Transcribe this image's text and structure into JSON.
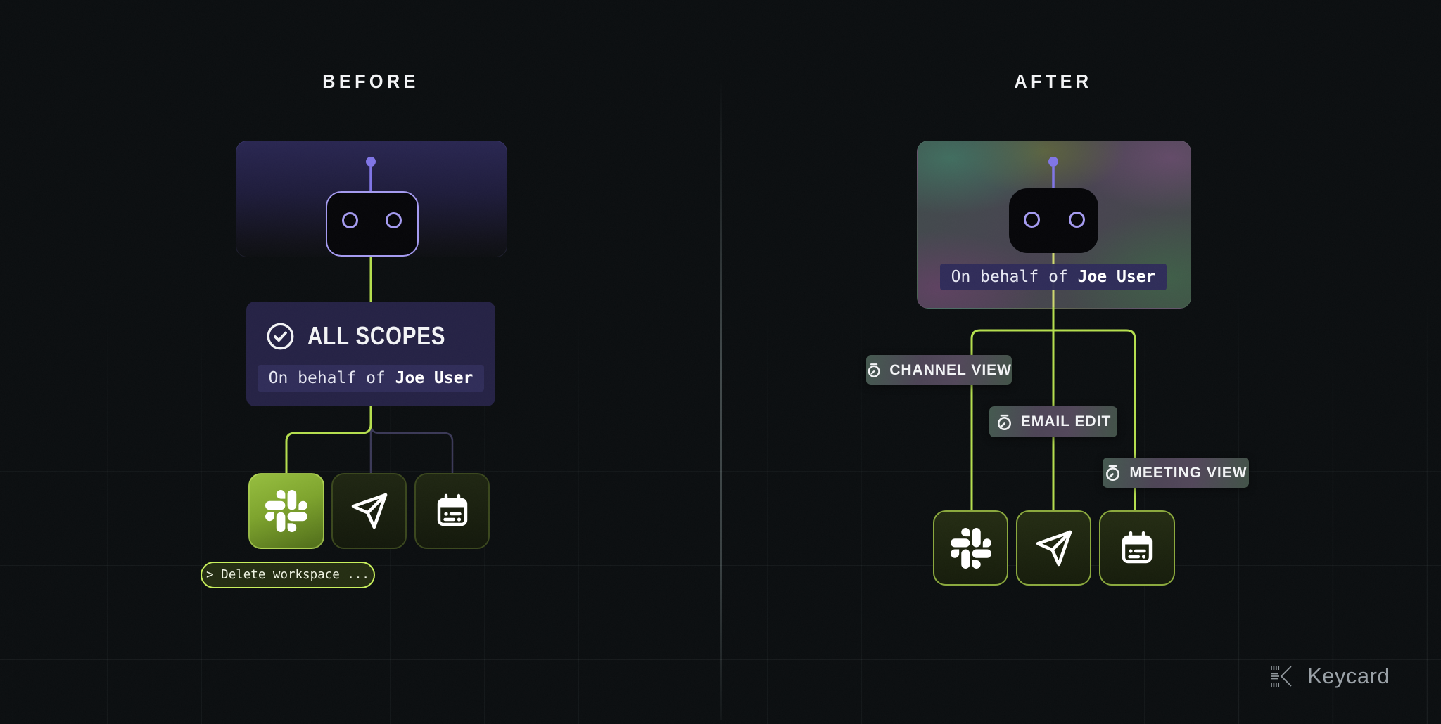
{
  "colors": {
    "bg": "#0a0d0f",
    "accent-green": "#b4dd4d",
    "accent-green-soft": "#cdd76e",
    "dim-line": "#3a3856",
    "lavender": "#a49af0",
    "purple": "#7f74e6",
    "card-indigo": "#242144",
    "badge-indigo": "#2f2c58",
    "tile-border-bright": "#8aa83c",
    "pill-border": "#c8f05b",
    "pill-bg": "#232c11",
    "text": "#f2f3f5",
    "brand-gray": "#99a0a6"
  },
  "before": {
    "title": "BEFORE",
    "scopes_card": {
      "title": "ALL SCOPES",
      "behalf_prefix": "On behalf of ",
      "behalf_user": "Joe User"
    },
    "command_pill": "> Delete workspace ...",
    "apps": [
      {
        "name": "Slack",
        "icon": "slack-icon",
        "highlighted": true
      },
      {
        "name": "Send",
        "icon": "send-icon",
        "highlighted": false
      },
      {
        "name": "Calendar",
        "icon": "calendar-icon",
        "highlighted": false
      }
    ]
  },
  "after": {
    "title": "AFTER",
    "behalf_prefix": "On behalf of ",
    "behalf_user": "Joe User",
    "scopes": [
      {
        "label": "CHANNEL VIEW",
        "icon": "stopwatch-icon"
      },
      {
        "label": "EMAIL EDIT",
        "icon": "stopwatch-icon"
      },
      {
        "label": "MEETING VIEW",
        "icon": "stopwatch-icon"
      }
    ],
    "apps": [
      {
        "name": "Slack",
        "icon": "slack-icon"
      },
      {
        "name": "Send",
        "icon": "send-icon"
      },
      {
        "name": "Calendar",
        "icon": "calendar-icon"
      }
    ]
  },
  "icons": {
    "agent": "robot-icon",
    "scopes_check": "check-circle-icon",
    "scope_timer": "stopwatch-icon",
    "brand_mark": "keycard-logo-icon"
  },
  "footer": {
    "brand": "Keycard"
  }
}
